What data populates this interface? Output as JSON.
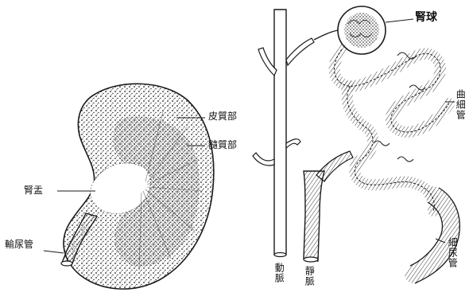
{
  "labels": {
    "cortex": "皮質部",
    "medulla": "髓質部",
    "renal_pelvis": "腎盂",
    "ureter": "輸尿管",
    "glomerulus": "腎球",
    "convoluted_tubule": "曲細管",
    "artery": "動脈",
    "vein": "靜脈",
    "collecting_tubule": "細尿管"
  },
  "colors": {
    "ink": "#1a1a1a",
    "paper": "#ffffff"
  }
}
